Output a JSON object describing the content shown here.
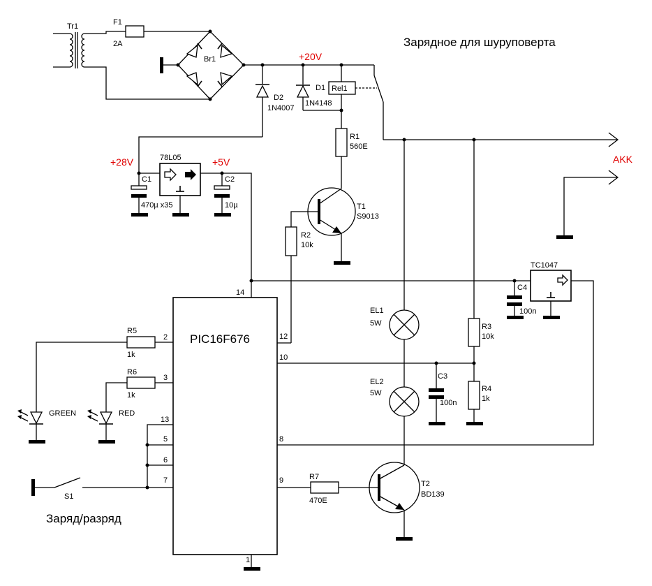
{
  "title": "Зарядное для шуруповерта",
  "mode_label": "Заряд/разряд",
  "voltages": {
    "v20": "+20V",
    "v28": "+28V",
    "v5": "+5V",
    "akk": "AKK"
  },
  "ic": {
    "name": "PIC16F676",
    "pins": {
      "p14": "14",
      "p2": "2",
      "p3": "3",
      "p13": "13",
      "p5": "5",
      "p6": "6",
      "p7": "7",
      "p12": "12",
      "p10": "10",
      "p8": "8",
      "p9": "9",
      "p1": "1"
    }
  },
  "components": {
    "tr1": "Tr1",
    "f1": {
      "ref": "F1",
      "value": "2A"
    },
    "br1": "Br1",
    "d2": {
      "ref": "D2",
      "value": "1N4007"
    },
    "d1": {
      "ref": "D1",
      "value": "1N4148"
    },
    "rel1": "Rel1",
    "r1": {
      "ref": "R1",
      "value": "560E"
    },
    "t1": {
      "ref": "T1",
      "value": "S9013"
    },
    "r2": {
      "ref": "R2",
      "value": "10k"
    },
    "reg": "78L05",
    "c1": {
      "ref": "C1",
      "value": "470µ x35"
    },
    "c2": {
      "ref": "C2",
      "value": "10µ"
    },
    "tc1047": "TC1047",
    "c4": {
      "ref": "C4",
      "value": "100n"
    },
    "r5": {
      "ref": "R5",
      "value": "1k"
    },
    "r6": {
      "ref": "R6",
      "value": "1k"
    },
    "green": "GREEN",
    "red": "RED",
    "s1": "S1",
    "el1": {
      "ref": "EL1",
      "value": "5W"
    },
    "el2": {
      "ref": "EL2",
      "value": "5W"
    },
    "r3": {
      "ref": "R3",
      "value": "10k"
    },
    "r4": {
      "ref": "R4",
      "value": "1k"
    },
    "c3": {
      "ref": "C3",
      "value": "100n"
    },
    "r7": {
      "ref": "R7",
      "value": "470E"
    },
    "t2": {
      "ref": "T2",
      "value": "BD139"
    }
  }
}
